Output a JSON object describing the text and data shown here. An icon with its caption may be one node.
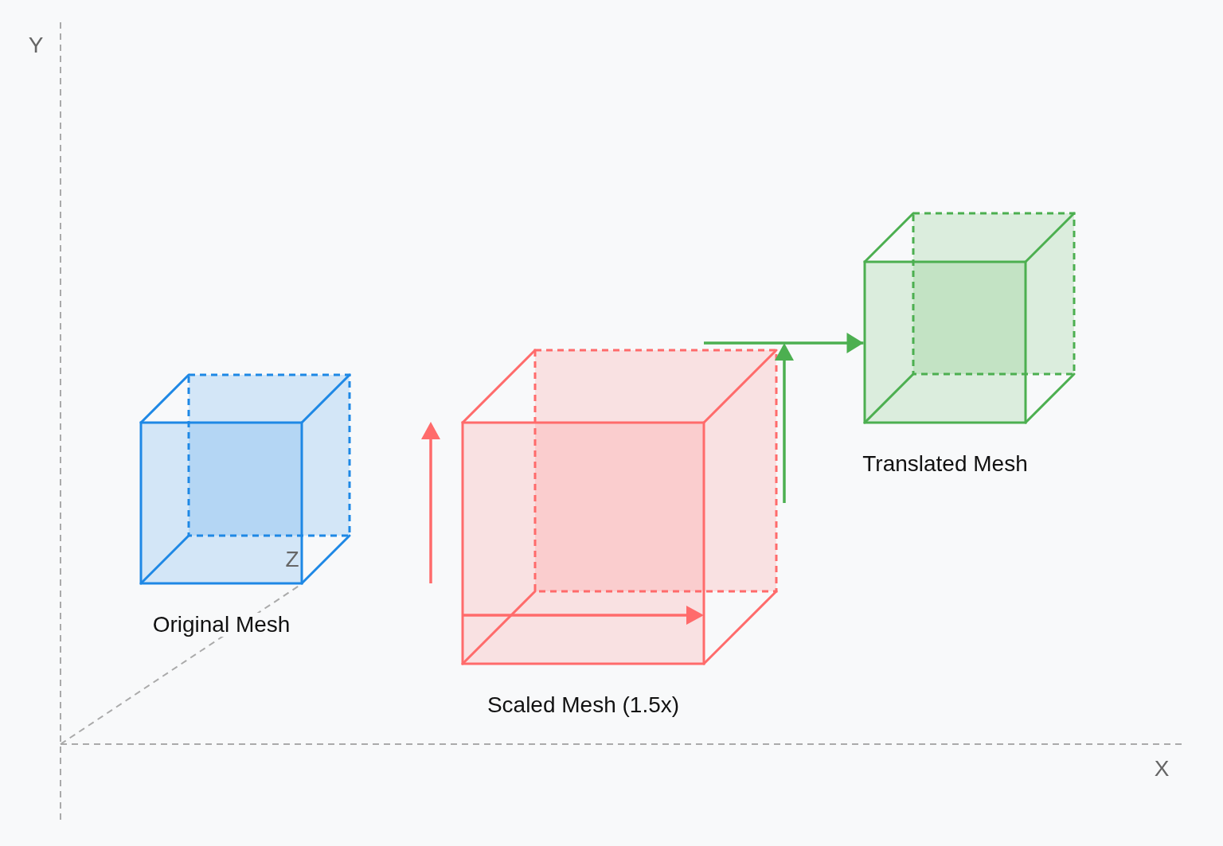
{
  "diagram": {
    "nodes": [
      {
        "text": [
          "Original Mesh"
        ]
      },
      {
        "text": [
          "Scaled Mesh (1.5x)"
        ]
      },
      {
        "text": [
          "Translated Mesh"
        ]
      }
    ],
    "edges": [
      {
        "from": 1,
        "to": 2,
        "arrow": "to"
      }
    ],
    "labels": [
      "Y",
      "Z",
      "X"
    ]
  }
}
